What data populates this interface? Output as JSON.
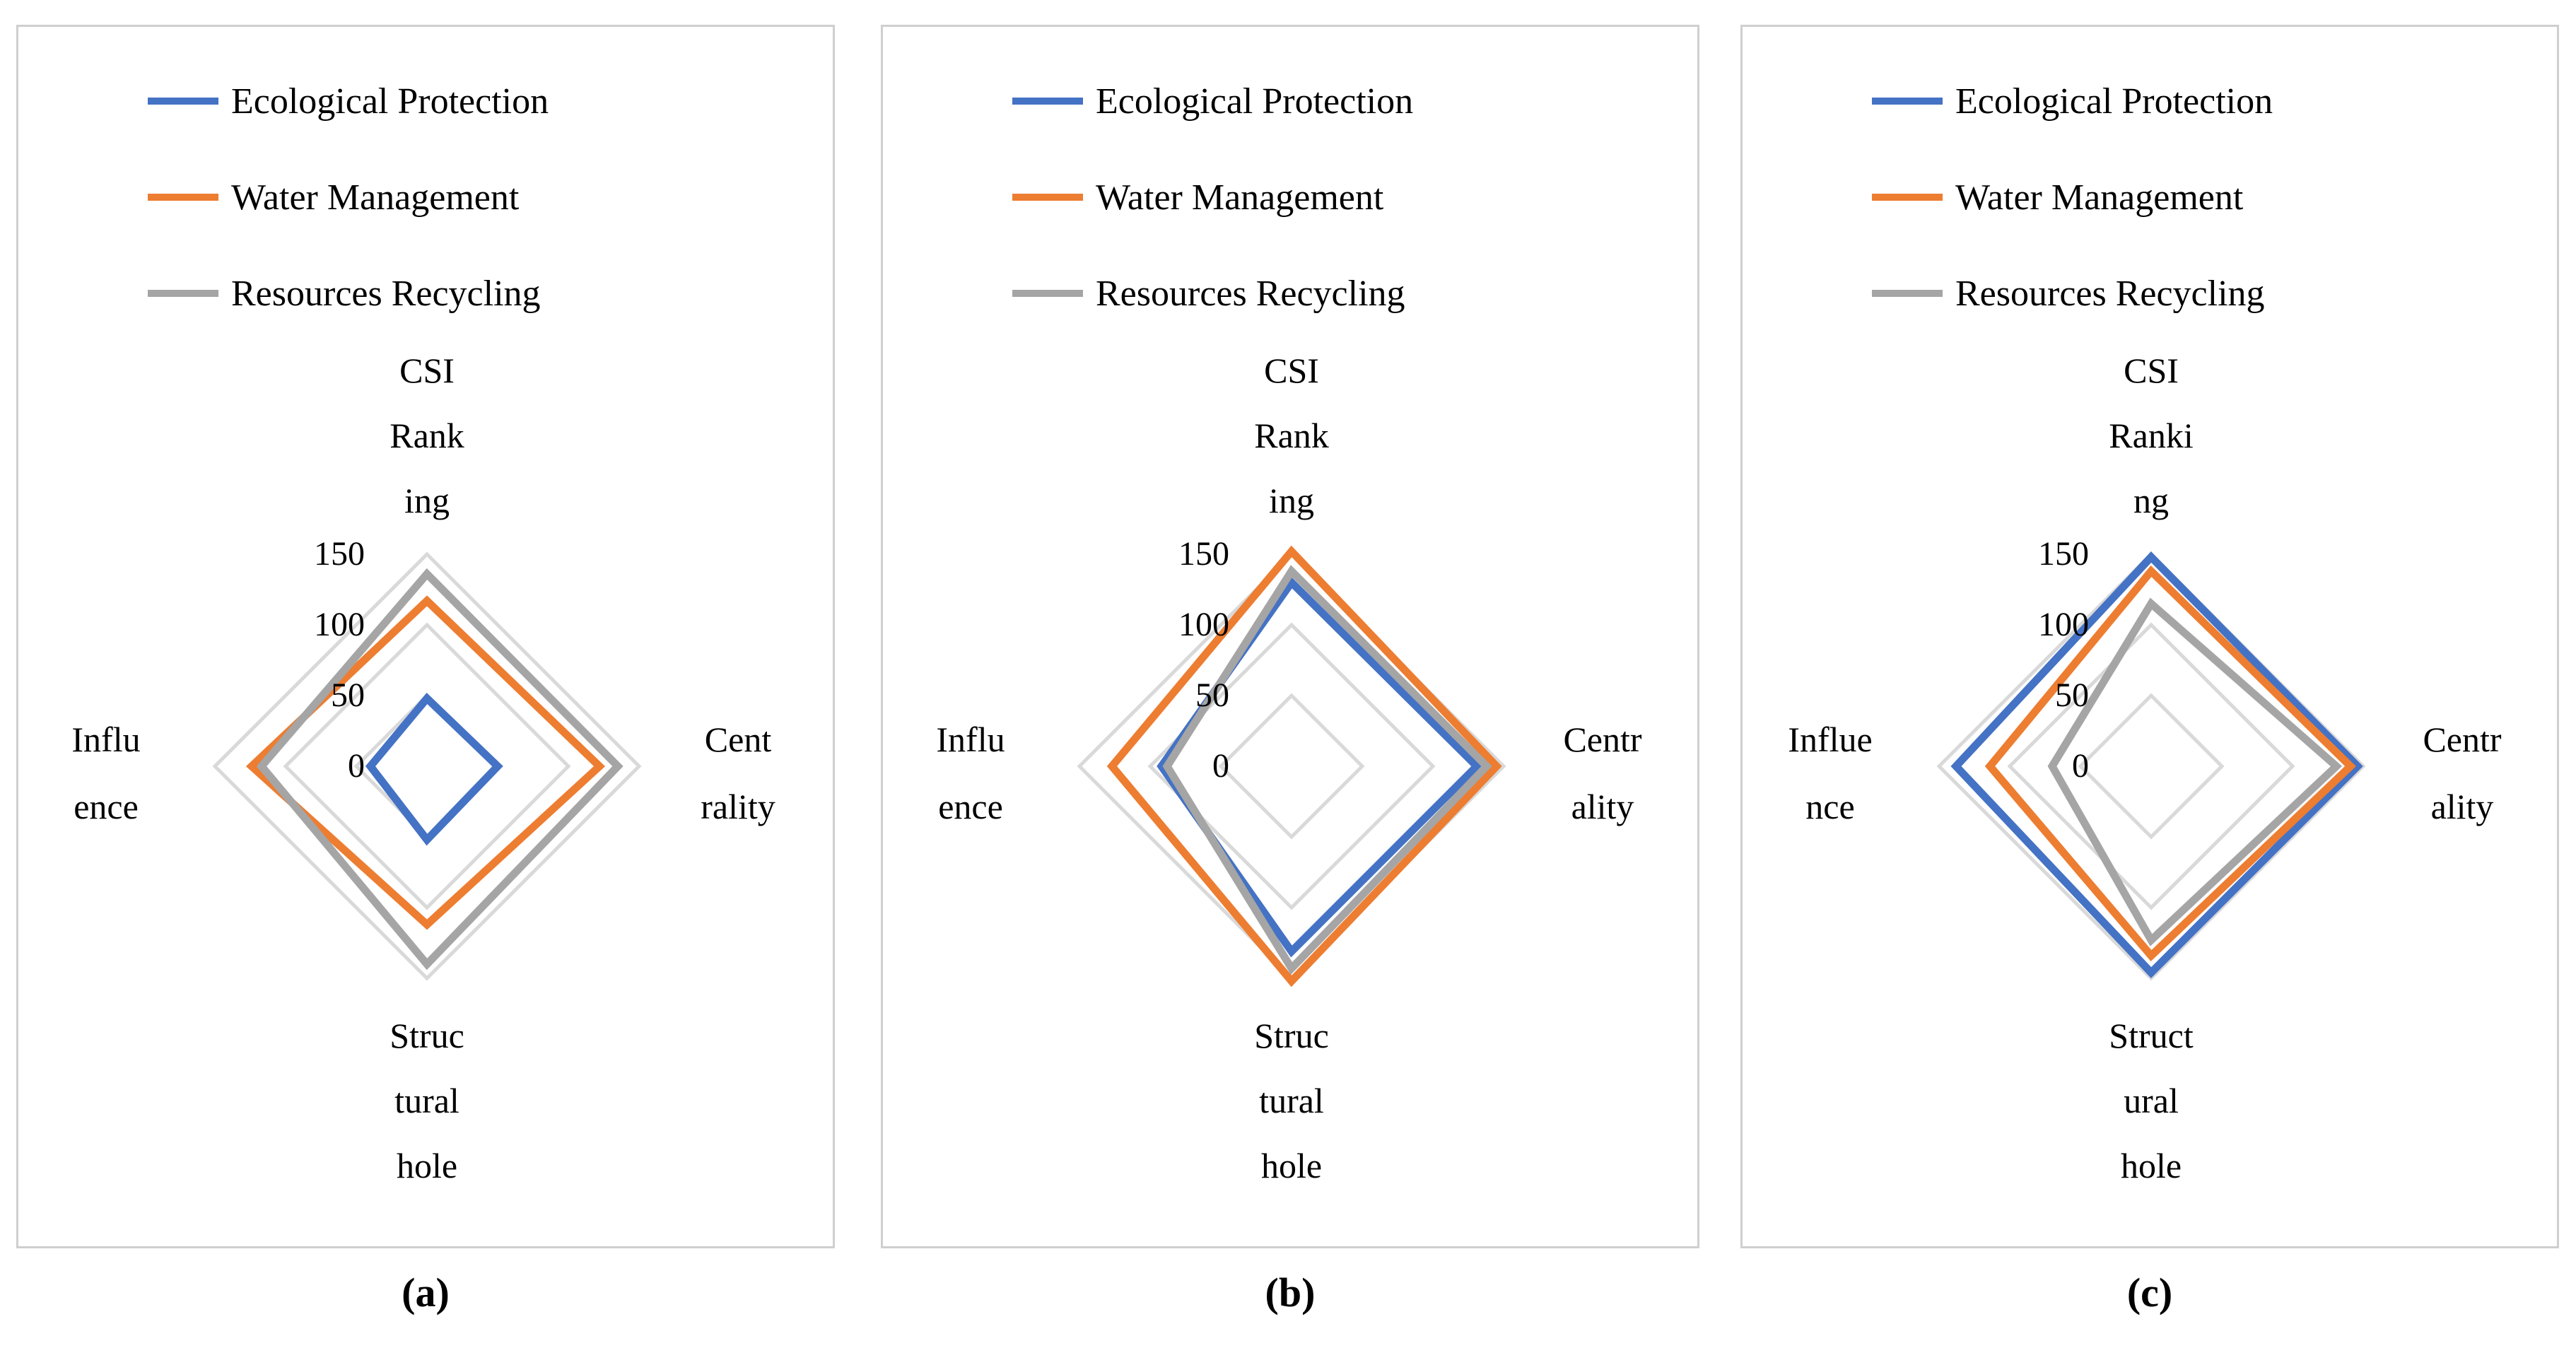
{
  "figure": {
    "background": "#ffffff",
    "panel_border_color": "#cfcfcf"
  },
  "legend": {
    "items": [
      {
        "label": "Ecological Protection",
        "color": "#4472C4"
      },
      {
        "label": "Water Management",
        "color": "#ED7D31"
      },
      {
        "label": "Resources Recycling",
        "color": "#A5A5A5"
      }
    ]
  },
  "axis": {
    "ticks": [
      "150",
      "100",
      "50",
      "0"
    ],
    "tick_values": [
      150,
      100,
      50,
      0
    ],
    "max": 150,
    "ring_step": 50,
    "ring_color": "#D9D9D9"
  },
  "chart_data": [
    {
      "type": "radar",
      "caption": "(a)",
      "categories": [
        "CSI Ranking",
        "Centrality",
        "Structural hole",
        "Influence"
      ],
      "axis_label_lines": {
        "top": [
          "CSI",
          "Rank",
          "ing"
        ],
        "right": [
          "Cent",
          "rality"
        ],
        "bottom": [
          "Struc",
          "tural",
          "hole"
        ],
        "left": [
          "Influ",
          "ence"
        ]
      },
      "rlim": [
        0,
        150
      ],
      "series": [
        {
          "name": "Ecological Protection",
          "values": [
            48,
            50,
            52,
            40
          ]
        },
        {
          "name": "Water Management",
          "values": [
            117,
            122,
            112,
            124
          ]
        },
        {
          "name": "Resources Recycling",
          "values": [
            136,
            135,
            140,
            117
          ]
        }
      ]
    },
    {
      "type": "radar",
      "caption": "(b)",
      "categories": [
        "CSI Ranking",
        "Centrality",
        "Structural hole",
        "Influence"
      ],
      "axis_label_lines": {
        "top": [
          "CSI",
          "Rank",
          "ing"
        ],
        "right": [
          "Centr",
          "ality"
        ],
        "bottom": [
          "Struc",
          "tural",
          "hole"
        ],
        "left": [
          "Influ",
          "ence"
        ]
      },
      "rlim": [
        0,
        150
      ],
      "series": [
        {
          "name": "Ecological Protection",
          "values": [
            130,
            131,
            131,
            92
          ]
        },
        {
          "name": "Water Management",
          "values": [
            152,
            145,
            152,
            127
          ]
        },
        {
          "name": "Resources Recycling",
          "values": [
            138,
            138,
            143,
            88
          ]
        }
      ]
    },
    {
      "type": "radar",
      "caption": "(c)",
      "categories": [
        "CSI Ranking",
        "Centrality",
        "Structural hole",
        "Influence"
      ],
      "axis_label_lines": {
        "top": [
          "CSI",
          "Ranki",
          "ng"
        ],
        "right": [
          "Centr",
          "ality"
        ],
        "bottom": [
          "Struct",
          "ural",
          "hole"
        ],
        "left": [
          "Influe",
          "nce"
        ]
      },
      "rlim": [
        0,
        150
      ],
      "series": [
        {
          "name": "Ecological Protection",
          "values": [
            148,
            146,
            146,
            138
          ]
        },
        {
          "name": "Water Management",
          "values": [
            138,
            141,
            134,
            114
          ]
        },
        {
          "name": "Resources Recycling",
          "values": [
            115,
            131,
            123,
            70
          ]
        }
      ]
    }
  ]
}
